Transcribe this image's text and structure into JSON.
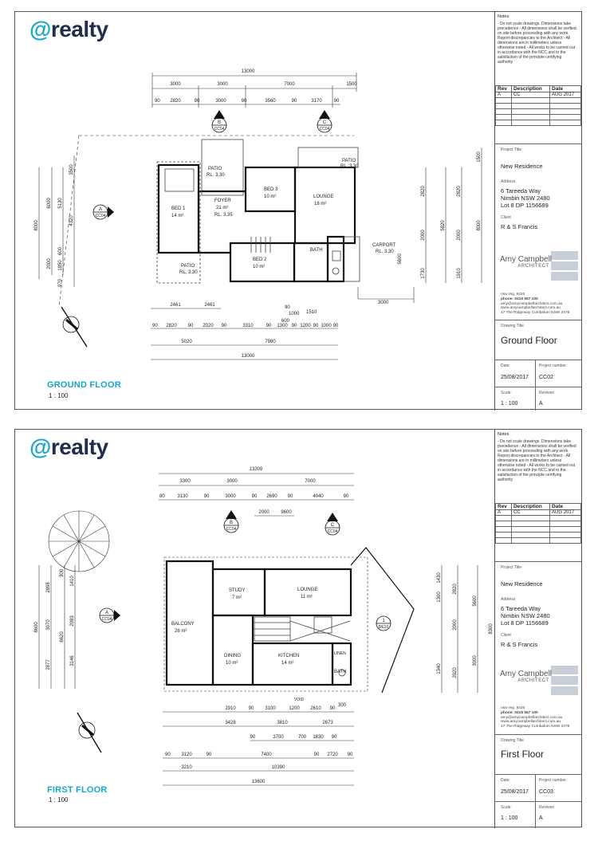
{
  "brand": {
    "at": "@",
    "name": "realty",
    "accent": "#19a6cc",
    "ink": "#1e2d4a"
  },
  "titleblock": {
    "notes_label": "Notes",
    "notes": "- Do not scale drawings. Dimensions take precedence - All dimensions shall be verified on site before proceeding with any work. Report discrepancies to the Architect - All dimensions are in millimeters unless otherwise noted - All works to be carried out in accordance with the NCC and to the satisfaction of the principle certifying authority",
    "rev_header": [
      "Rev",
      "Description",
      "Date"
    ],
    "rev_row": [
      "A",
      "CC",
      "AUG 2017"
    ],
    "project_title_label": "Project Title",
    "project_title": "New Residence",
    "address_label": "Address",
    "address_lines": [
      "6 Tareeda Way",
      "Nimbin NSW 2480",
      "Lot 8 DP 1156689"
    ],
    "client_label": "Client",
    "client": "R & S Francis",
    "architect_name": "Amy Campbell",
    "architect_sub": "ARCHITECT",
    "contact_lines": [
      "nsw reg. 8426",
      "phone: 0415 557 100",
      "amy@amycampbellarchitect.com.au",
      "www.amycampbellarchitect.com.au",
      "47 The Ridgeway Cumbalum NSW 2478"
    ],
    "drawing_title_label": "Drawing Title",
    "date_label": "Date",
    "project_number_label": "Project number",
    "scale_label": "Scale",
    "revision_label": "Revision"
  },
  "sheets": [
    {
      "floor_title": "GROUND FLOOR",
      "floor_scale": "1 : 100",
      "drawing_title": "Ground Floor",
      "date": "25/08/2017",
      "project_number": "CC02",
      "scale": "1 : 100",
      "revision": "A",
      "rooms": [
        {
          "name": "BED 1",
          "area": "14 m²"
        },
        {
          "name": "FOYER",
          "area": "21 m²"
        },
        {
          "name": "BED 3",
          "area": "10 m²"
        },
        {
          "name": "LOUNGE",
          "area": "18 m²"
        },
        {
          "name": "BED 2",
          "area": "10 m²"
        },
        {
          "name": "PATIO",
          "area": "RL. 3.30"
        },
        {
          "name": "PATIO",
          "area": "RL. 3.30"
        },
        {
          "name": "PATIO",
          "area": "RL. 3.30"
        },
        {
          "name": "BATH",
          "area": ""
        },
        {
          "name": "CARPORT",
          "area": "RL. 3.30"
        },
        {
          "name": "RL. 3.35",
          "area": ""
        }
      ],
      "dims_top_total": "13000",
      "dims_top_1": [
        "3000",
        "3000",
        "7000",
        "1500"
      ],
      "dims_top_2": [
        "90",
        "2820",
        "90",
        "3000",
        "90",
        "3560",
        "90",
        "3170",
        "90"
      ],
      "dims_bottom_1": [
        "2461",
        "2461"
      ],
      "dims_bottom_2": [
        "90",
        "2820",
        "90",
        "2020",
        "90",
        "3310",
        "90",
        "1300",
        "90",
        "1200",
        "90",
        "1000",
        "90"
      ],
      "dims_bottom_3": [
        "5020",
        "7980"
      ],
      "dims_bottom_total": "13000",
      "dims_bottom_extra": [
        "90",
        "1000",
        "600",
        "1510",
        "3000"
      ],
      "dims_left": [
        "8000",
        "6000",
        "5130",
        "4320",
        "2000",
        "600",
        "1850",
        "970",
        "3500"
      ],
      "dims_right": [
        "2820",
        "2000",
        "1730",
        "2820",
        "2000",
        "1910",
        "5600",
        "5820",
        "8000",
        "1500"
      ],
      "markers": [
        "B",
        "CC04",
        "C",
        "CC04",
        "A",
        "CC04"
      ]
    },
    {
      "floor_title": "FIRST FLOOR",
      "floor_scale": "1 : 100",
      "drawing_title": "First Floor",
      "date": "25/08/2017",
      "project_number": "CC03",
      "scale": "1 : 100",
      "revision": "A",
      "rooms": [
        {
          "name": "STUDY",
          "area": "7 m²"
        },
        {
          "name": "LOUNGE",
          "area": "11 m²"
        },
        {
          "name": "BALCONY",
          "area": "26 m²"
        },
        {
          "name": "DINING",
          "area": "10 m²"
        },
        {
          "name": "KITCHEN",
          "area": "14 m²"
        },
        {
          "name": "BATH",
          "area": ""
        },
        {
          "name": "LINEN",
          "area": ""
        },
        {
          "name": "VOID",
          "area": ""
        }
      ],
      "dims_top_total": "13300",
      "dims_top_1": [
        "3300",
        "3000",
        "7000"
      ],
      "dims_top_2": [
        "80",
        "3130",
        "90",
        "3000",
        "90",
        "2690",
        "90",
        "4040",
        "90"
      ],
      "dims_top_3": [
        "2000",
        "9600"
      ],
      "dims_bottom_1": [
        "2910",
        "90",
        "3100",
        "1200",
        "2610",
        "90",
        "300"
      ],
      "dims_bottom_2": [
        "3428",
        "3810",
        "2673"
      ],
      "dims_bottom_3": [
        "90",
        "3700",
        "700",
        "1830",
        "90"
      ],
      "dims_bottom_4": [
        "90",
        "3120",
        "90",
        "7400",
        "90",
        "2720",
        "90"
      ],
      "dims_bottom_5": [
        "3210",
        "10390"
      ],
      "dims_bottom_total": "13600",
      "dims_left": [
        "8600",
        "2898",
        "3070",
        "2877",
        "6620",
        "3146",
        "2083",
        "300",
        "1410"
      ],
      "dims_right": [
        "1300",
        "1430",
        "2820",
        "2000",
        "1340",
        "5600",
        "8300",
        "3000",
        "2020"
      ],
      "markers": [
        "B",
        "CC04",
        "C",
        "CC04",
        "A",
        "CC04",
        "1",
        "DE10"
      ]
    }
  ]
}
